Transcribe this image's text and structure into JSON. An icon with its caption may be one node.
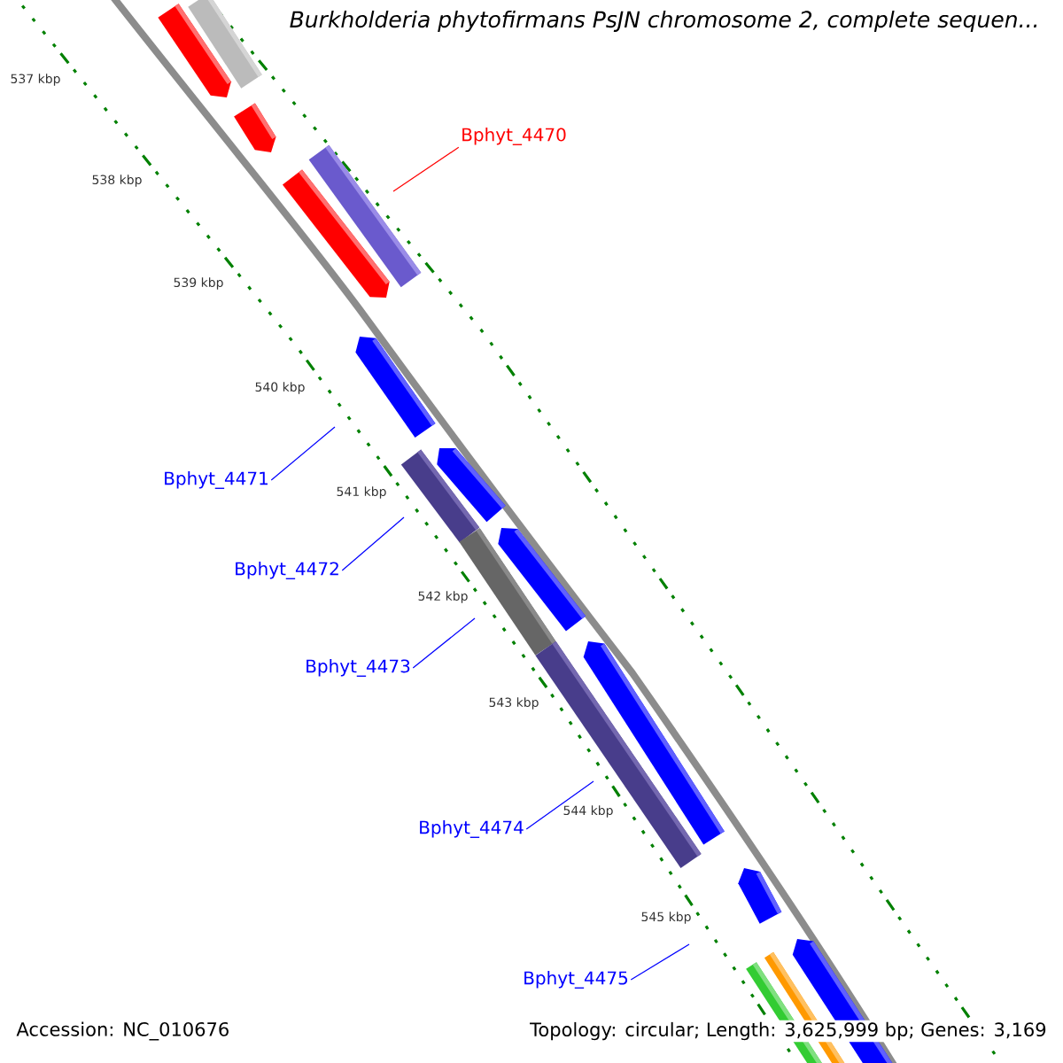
{
  "diagram": {
    "title": "Burkholderia phytofirmans PsJN chromosome 2, complete sequen...",
    "nodes": [
      {
        "text": [
          "Bphyt_4470"
        ]
      },
      {
        "text": [
          "Bphyt_4471"
        ]
      },
      {
        "text": [
          "Bphyt_4472"
        ]
      },
      {
        "text": [
          "Bphyt_4473"
        ]
      },
      {
        "text": [
          "Bphyt_4474"
        ]
      },
      {
        "text": [
          "Bphyt_4475"
        ]
      }
    ],
    "edges": [
      {
        "from": 0,
        "to": null,
        "arrow": "none",
        "color": "#ff0000"
      },
      {
        "from": 1,
        "to": null,
        "arrow": "none"
      },
      {
        "from": 2,
        "to": null,
        "arrow": "none"
      },
      {
        "from": 3,
        "to": null,
        "arrow": "none"
      },
      {
        "from": 4,
        "to": null,
        "arrow": "none"
      },
      {
        "from": 5,
        "to": null,
        "arrow": "none"
      }
    ],
    "labels": [
      "537 kbp",
      "538 kbp",
      "539 kbp",
      "540 kbp",
      "541 kbp",
      "542 kbp",
      "543 kbp",
      "544 kbp",
      "545 kbp",
      "Accession: NC_010676",
      "Topology: circular; Length: 3,625,999 bp; Genes: 3,169"
    ]
  }
}
